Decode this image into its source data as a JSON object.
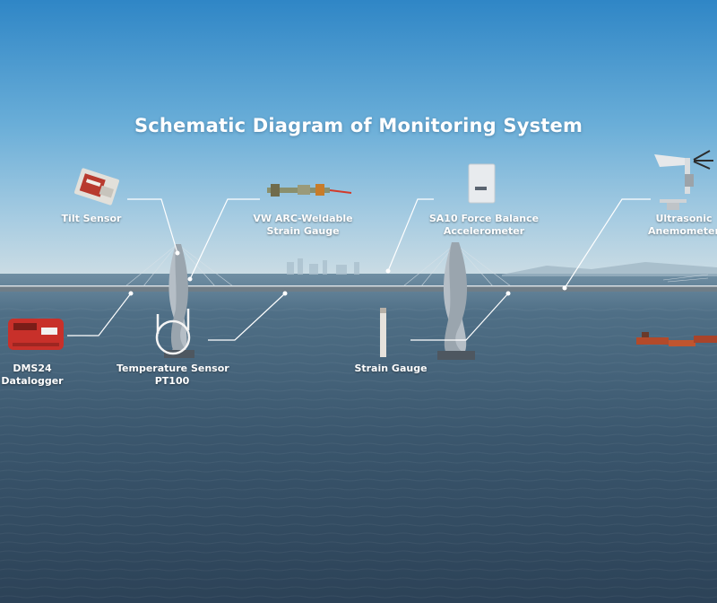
{
  "title": "Schematic Diagram of Monitoring System",
  "colors": {
    "sky_top": "#2f86c6",
    "sky_mid": "#7fb8dc",
    "horizon": "#c9dbe4",
    "water": "#2f4a63",
    "leader_line": "#ffffff"
  },
  "sensors": {
    "tilt": {
      "icon": "tilt-sensor-icon",
      "lines": [
        "Tilt Sensor"
      ]
    },
    "vw_strain": {
      "icon": "vw-strain-gauge-icon",
      "lines": [
        "VW ARC-Weldable",
        "Strain Gauge"
      ]
    },
    "accelerometer": {
      "icon": "accelerometer-icon",
      "lines": [
        "SA10 Force Balance",
        "Accelerometer"
      ]
    },
    "anemometer": {
      "icon": "anemometer-icon",
      "lines": [
        "Ultrasonic",
        "Anemometer"
      ]
    },
    "datalogger": {
      "icon": "datalogger-icon",
      "lines": [
        "DMS24",
        "Datalogger"
      ]
    },
    "temperature": {
      "icon": "temperature-sensor-icon",
      "lines": [
        "Temperature Sensor",
        "PT100"
      ]
    },
    "strain_gauge": {
      "icon": "strain-gauge-icon",
      "lines": [
        "Strain Gauge"
      ]
    }
  }
}
